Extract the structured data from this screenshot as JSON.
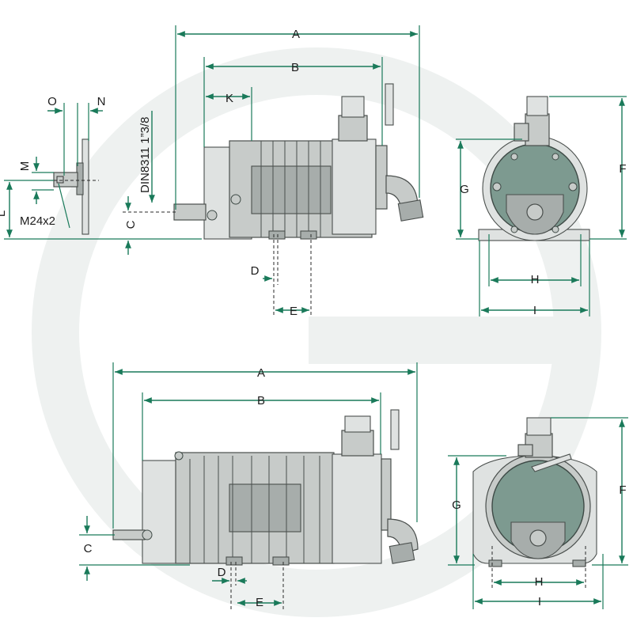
{
  "labels": {
    "A": "A",
    "B": "B",
    "C": "C",
    "D": "D",
    "E": "E",
    "F": "F",
    "G": "G",
    "H": "H",
    "I": "I",
    "K": "K",
    "L": "L",
    "M": "M",
    "N": "N",
    "O": "O",
    "thread": "M24x2",
    "shaft_standard": "DIN8311 1”3/8"
  },
  "colors": {
    "dimension_line": "#1a7a5a",
    "body": "#c7cbc9",
    "body_shadow": "#a7adab",
    "disc": "#7d9a90",
    "watermark": "#eef1f0"
  }
}
